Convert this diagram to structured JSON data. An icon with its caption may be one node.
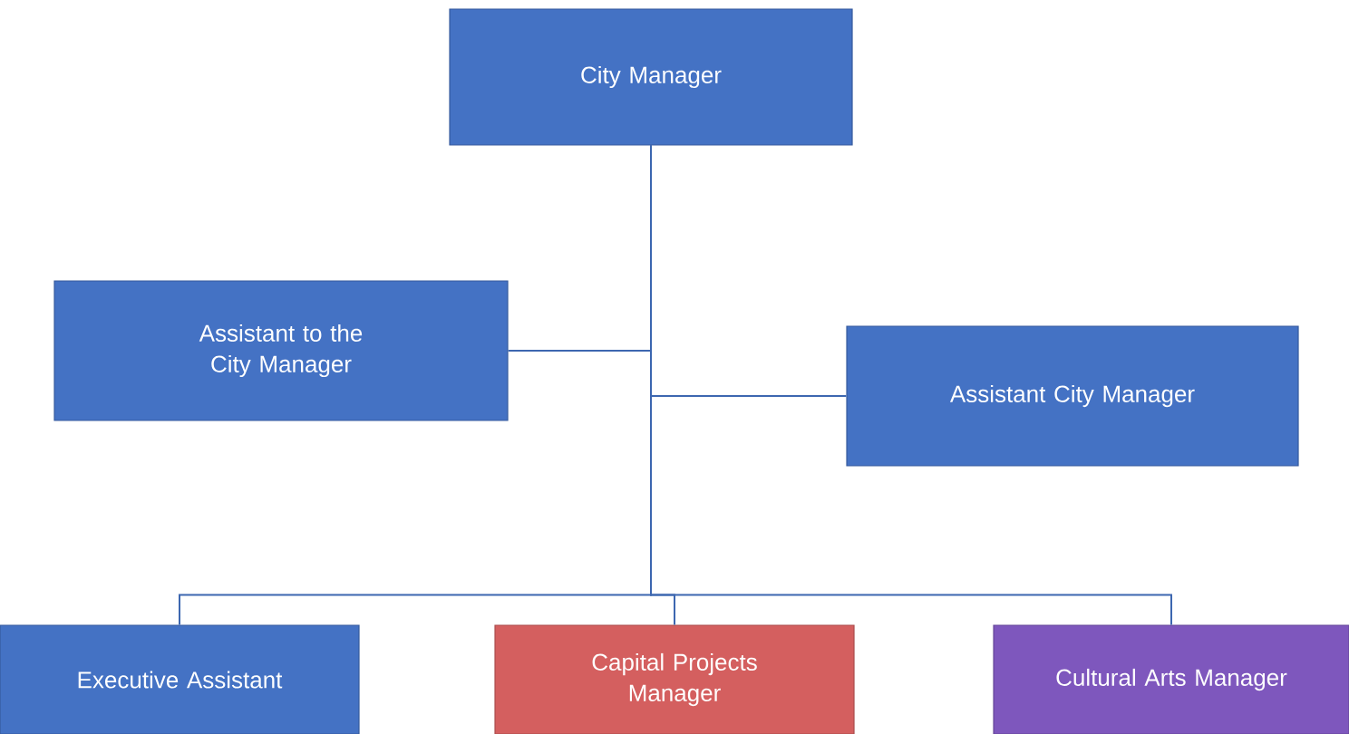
{
  "diagram": {
    "nodes": [
      {
        "text": [
          "City Manager"
        ]
      },
      {
        "text": [
          "Assistant to the City Manager"
        ]
      },
      {
        "text": [
          "Assistant City Manager"
        ]
      },
      {
        "text": [
          "Executive Assistant"
        ]
      },
      {
        "text": [
          "Capital Projects Manager"
        ]
      },
      {
        "text": [
          "Cultural Arts Manager"
        ]
      }
    ],
    "edges": [
      {
        "from": 0,
        "to": 1,
        "arrow": "none"
      },
      {
        "from": 0,
        "to": 2,
        "arrow": "none"
      },
      {
        "from": 0,
        "to": 3,
        "arrow": "none"
      },
      {
        "from": 0,
        "to": 4,
        "arrow": "none"
      },
      {
        "from": 0,
        "to": 5,
        "arrow": "none"
      }
    ]
  }
}
